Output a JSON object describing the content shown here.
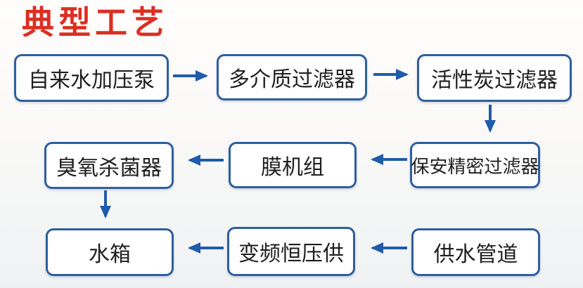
{
  "title": "典型工艺",
  "colors": {
    "title_red": "#dc2f23",
    "box_border_blue": "#2f5f9f",
    "arrow_blue": "#1f5caa",
    "box_fill": "#ffffff"
  },
  "nodes": [
    {
      "id": "tap-water-booster-pump",
      "label": "自来水加压泵"
    },
    {
      "id": "multi-media-filter",
      "label": "多介质过滤器"
    },
    {
      "id": "activated-carbon-filter",
      "label": "活性炭过滤器"
    },
    {
      "id": "security-precision-filter",
      "label": "保安精密过滤器"
    },
    {
      "id": "membrane-unit",
      "label": "膜机组"
    },
    {
      "id": "ozone-sterilizer",
      "label": "臭氧杀菌器"
    },
    {
      "id": "water-tank",
      "label": "水箱"
    },
    {
      "id": "vfd-constant-pressure-supply",
      "label": "变频恒压供"
    },
    {
      "id": "water-supply-pipeline",
      "label": "供水管道"
    }
  ],
  "edges": [
    {
      "from": "自来水加压泵",
      "to": "多介质过滤器",
      "direction": "right"
    },
    {
      "from": "多介质过滤器",
      "to": "活性炭过滤器",
      "direction": "right"
    },
    {
      "from": "活性炭过滤器",
      "to": "保安精密过滤器",
      "direction": "down"
    },
    {
      "from": "保安精密过滤器",
      "to": "膜机组",
      "direction": "left"
    },
    {
      "from": "膜机组",
      "to": "臭氧杀菌器",
      "direction": "left"
    },
    {
      "from": "臭氧杀菌器",
      "to": "水箱",
      "direction": "down"
    },
    {
      "from": "供水管道",
      "to": "变频恒压供",
      "direction": "left"
    },
    {
      "from": "变频恒压供",
      "to": "水箱",
      "direction": "left"
    }
  ]
}
